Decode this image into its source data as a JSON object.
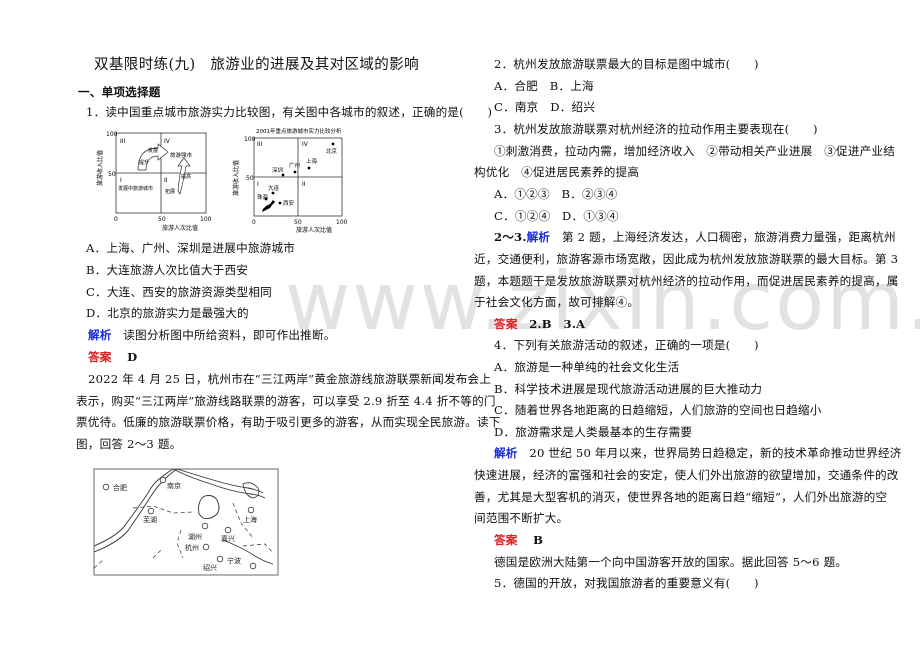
{
  "document": {
    "title": "双基限时练(九)　旅游业的进展及其对区域的影响",
    "section": "一、单项选择题",
    "watermark": "www.zixin.com.cn"
  },
  "left": {
    "q1": {
      "stem": "1．读中国重点城市旅游实力比较图，有关图中各城市的叙述，正确的是(　　)",
      "options": [
        "A．上海、广州、深圳是进展中旅游城市",
        "B．大连旅游人次比值大于西安",
        "C．大连、西安的旅游资源类型相同",
        "D．北京的旅游实力是最强大的"
      ],
      "analysis_label": "解析",
      "analysis": "读图分析图中所给资料，即可作出推断。",
      "answer_label": "答案",
      "answer": "D"
    },
    "passage": [
      "2022 年 4 月 25 日，杭州市在“三江两岸”黄金旅游线旅游联票新闻发布会上",
      "表示，购买“三江两岸”旅游线路联票的游客，可以享受 2.9 折至 4.4 折不等的门",
      "票优待。低廉的旅游联票价格，有助于吸引更多的游客，从而实现全民旅游。读下",
      "图，回答 2～3 题。"
    ]
  },
  "right": {
    "q2": {
      "stem": "2．杭州发放旅游联票最大的目标是图中城市(　　)",
      "options_row1": "A．合肥　B．上海",
      "options_row2": "C．南京　D．绍兴"
    },
    "q3": {
      "stem": "3．杭州发放旅游联票对杭州经济的拉动作用主要表现在(　　)",
      "items_line1": "①刺激消费，拉动内需，增加经济收入　②带动相关产业进展　③促进产业结",
      "items_line2": "构优化　④促进居民素养的提高",
      "options_row1": "A．①②③　B．②③④",
      "options_row2": "C．①②④　D．①③④"
    },
    "analysis23": {
      "prefix": "2～3.",
      "label": "解析",
      "lines": [
        "　第 2 题，上海经济发达，人口稠密，旅游消费力量强，距离杭州",
        "近，交通便利，旅游客源市场宽敞，因此成为杭州发放旅游联票的最大目标。第 3",
        "题，本题题干是发放旅游联票对杭州经济的拉动作用，而促进居民素养的提高，属",
        "于社会文化方面，故可排解④。"
      ],
      "answer_label": "答案",
      "answer": "2.B　3.A"
    },
    "q4": {
      "stem": "4．下列有关旅游活动的叙述，正确的一项是(　　)",
      "options": [
        "A．旅游是一种单纯的社会文化生活",
        "B．科学技术进展是现代旅游活动进展的巨大推动力",
        "C．随着世界各地距离的日趋缩短，人们旅游的空间也日趋缩小",
        "D．旅游需求是人类最基本的生存需要"
      ],
      "analysis_label": "解析",
      "analysis_lines": [
        "　20 世纪 50 年月以来，世界局势日趋稳定，新的技术革命推动世界经济",
        "快速进展，经济的富强和社会的安定，使人们外出旅游的欲望增加，交通条件的改",
        "善，尤其是大型客机的消灭，使世界各地的距离日趋“缩短”，人们外出旅游的空",
        "间范围不断扩大。"
      ],
      "answer_label": "答案",
      "answer": "B"
    },
    "passage56": "德国是欧洲大陆第一个向中国游客开放的国家。据此回答 5～6 题。",
    "q5": {
      "stem": "5．德国的开放，对我国旅游者的重要意义有(　　)"
    }
  },
  "figures": {
    "concept": {
      "ylabel": "旅游收入比值",
      "xlabel": "旅游人次比值",
      "ticks_x": [
        "0",
        "50",
        "100"
      ],
      "ticks_y": [
        "50",
        "100"
      ],
      "quadrants": [
        "I",
        "II",
        "III",
        "IV"
      ],
      "labels": {
        "strong": "旅游强市",
        "developing": "发展中旅游城市",
        "develop": "发展",
        "upgrade": "提升",
        "expand": "拓展",
        "improve": "提高"
      }
    },
    "scatter_title": "2001年重点旅游城市实力比较分析",
    "map": {
      "cities": [
        "合肥",
        "南京",
        "芜湖",
        "上海",
        "湖州",
        "嘉兴",
        "杭州",
        "宁波",
        "绍兴"
      ]
    }
  },
  "chart_data": {
    "type": "scatter",
    "title": "2001年重点旅游城市实力比较分析",
    "xlabel": "旅游人次比值",
    "ylabel": "旅游收入比值",
    "xlim": [
      0,
      100
    ],
    "ylim": [
      0,
      100
    ],
    "quadrant_lines": {
      "x": 50,
      "y": 50
    },
    "quadrant_labels": [
      "I",
      "II",
      "III",
      "IV"
    ],
    "points": [
      {
        "label": "北京",
        "x": 90,
        "y": 92
      },
      {
        "label": "上海",
        "x": 62,
        "y": 62
      },
      {
        "label": "广州",
        "x": 47,
        "y": 57
      },
      {
        "label": "深圳",
        "x": 33,
        "y": 52
      },
      {
        "label": "大连",
        "x": 22,
        "y": 30
      },
      {
        "label": "珠海",
        "x": 13,
        "y": 22
      },
      {
        "label": "西安",
        "x": 30,
        "y": 18
      },
      {
        "label": "",
        "x": 20,
        "y": 15
      },
      {
        "label": "",
        "x": 17,
        "y": 13
      },
      {
        "label": "",
        "x": 15,
        "y": 12
      },
      {
        "label": "",
        "x": 12,
        "y": 10
      },
      {
        "label": "",
        "x": 24,
        "y": 20
      }
    ]
  }
}
